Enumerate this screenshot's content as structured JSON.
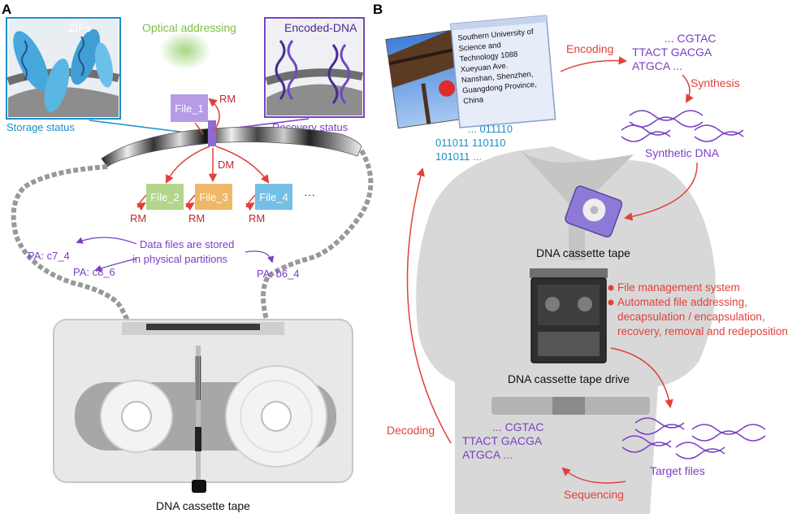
{
  "panel_a": {
    "label": "A",
    "zifs": "ZIFs",
    "optical": "Optical addressing",
    "encoded_dna": "Encoded-DNA",
    "storage_status": "Storage status",
    "recovery_status": "Recovery status",
    "file1": "File_1",
    "file2": "File_2",
    "file3": "File_3",
    "file4": "File_4",
    "ellipsis": "···",
    "rm": "RM",
    "dm": "DM",
    "stored_line1": "Data files are stored",
    "stored_line2": "in physical partitions",
    "pa_c7": "PA: c7_4",
    "pa_c8": "PA: c8_6",
    "pa_b6": "PA: b6_4",
    "tape_label": "DNA cassette tape"
  },
  "panel_b": {
    "label": "B",
    "address": [
      "Southern University of",
      "Science and",
      "Technology 1088",
      "Xueyuan Ave.",
      "Nanshan, Shenzhen,",
      "Guangdong Province,",
      "China"
    ],
    "binary": [
      "... 011110",
      "011011 110110",
      "101011 ..."
    ],
    "encoding": "Encoding",
    "seq_top": [
      "... CGTAC",
      "TTACT GACGA",
      "ATGCA ..."
    ],
    "synthesis": "Synthesis",
    "synthetic_dna": "Synthetic DNA",
    "cassette": "DNA cassette tape",
    "bullet1": "File management system",
    "bullet2": [
      "Automated file addressing,",
      "decapsulation / encapsulation,",
      "recovery, removal and redeposition"
    ],
    "drive": "DNA cassette tape drive",
    "decoding": "Decoding",
    "seq_bottom": [
      "... CGTAC",
      "TTACT GACGA",
      "ATGCA ..."
    ],
    "target_files": "Target files",
    "sequencing": "Sequencing"
  },
  "colors": {
    "red": "#e0413b",
    "purple": "#7b3fc4",
    "blue": "#1a8fc9",
    "green": "#7dc043",
    "file1": "#b79be6",
    "file2": "#b3d68a",
    "file3": "#f0b866",
    "file4": "#74bfe6"
  }
}
